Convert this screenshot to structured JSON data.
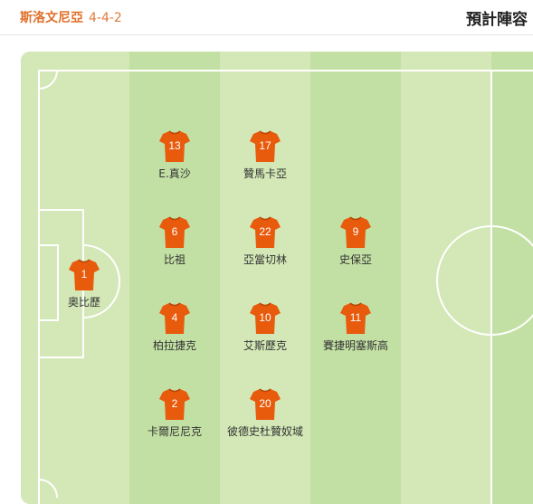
{
  "header": {
    "team_name": "斯洛文尼亞",
    "formation": "4-4-2",
    "title": "預計陣容"
  },
  "colors": {
    "pitch_light": "#d3e8b6",
    "pitch_dark": "#c3e0a4",
    "line": "#ffffff",
    "shirt": "#e85a0c",
    "accent": "#e0702a"
  },
  "players": [
    {
      "number": "1",
      "name": "奧比歷"
    },
    {
      "number": "13",
      "name": "E.真沙"
    },
    {
      "number": "6",
      "name": "比祖"
    },
    {
      "number": "4",
      "name": "柏拉捷克"
    },
    {
      "number": "2",
      "name": "卡爾尼尼克"
    },
    {
      "number": "17",
      "name": "贊馬卡亞"
    },
    {
      "number": "22",
      "name": "亞當切林"
    },
    {
      "number": "10",
      "name": "艾斯歷克"
    },
    {
      "number": "20",
      "name": "彼德史杜贊奴域"
    },
    {
      "number": "9",
      "name": "史保亞"
    },
    {
      "number": "11",
      "name": "賽捷明塞斯高"
    }
  ]
}
